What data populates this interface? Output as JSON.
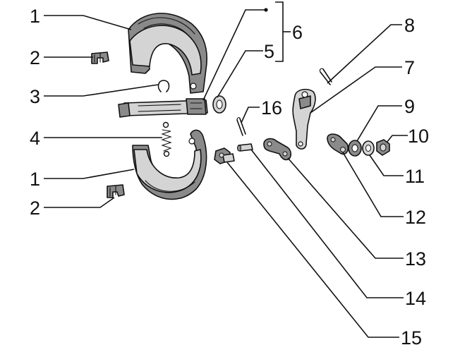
{
  "callouts": [
    {
      "id": "c1a",
      "label": "1"
    },
    {
      "id": "c2a",
      "label": "2"
    },
    {
      "id": "c3",
      "label": "3"
    },
    {
      "id": "c4",
      "label": "4"
    },
    {
      "id": "c1b",
      "label": "1"
    },
    {
      "id": "c2b",
      "label": "2"
    },
    {
      "id": "c5",
      "label": "5"
    },
    {
      "id": "c6",
      "label": "6"
    },
    {
      "id": "c8",
      "label": "8"
    },
    {
      "id": "c7",
      "label": "7"
    },
    {
      "id": "c16",
      "label": "16"
    },
    {
      "id": "c9",
      "label": "9"
    },
    {
      "id": "c10",
      "label": "10"
    },
    {
      "id": "c11",
      "label": "11"
    },
    {
      "id": "c12",
      "label": "12"
    },
    {
      "id": "c13",
      "label": "13"
    },
    {
      "id": "c14",
      "label": "14"
    },
    {
      "id": "c15",
      "label": "15"
    }
  ],
  "colors": {
    "ink": "#111111",
    "shade": "#8a8a8a",
    "light": "#d4d4d4",
    "paper": "#ffffff"
  }
}
